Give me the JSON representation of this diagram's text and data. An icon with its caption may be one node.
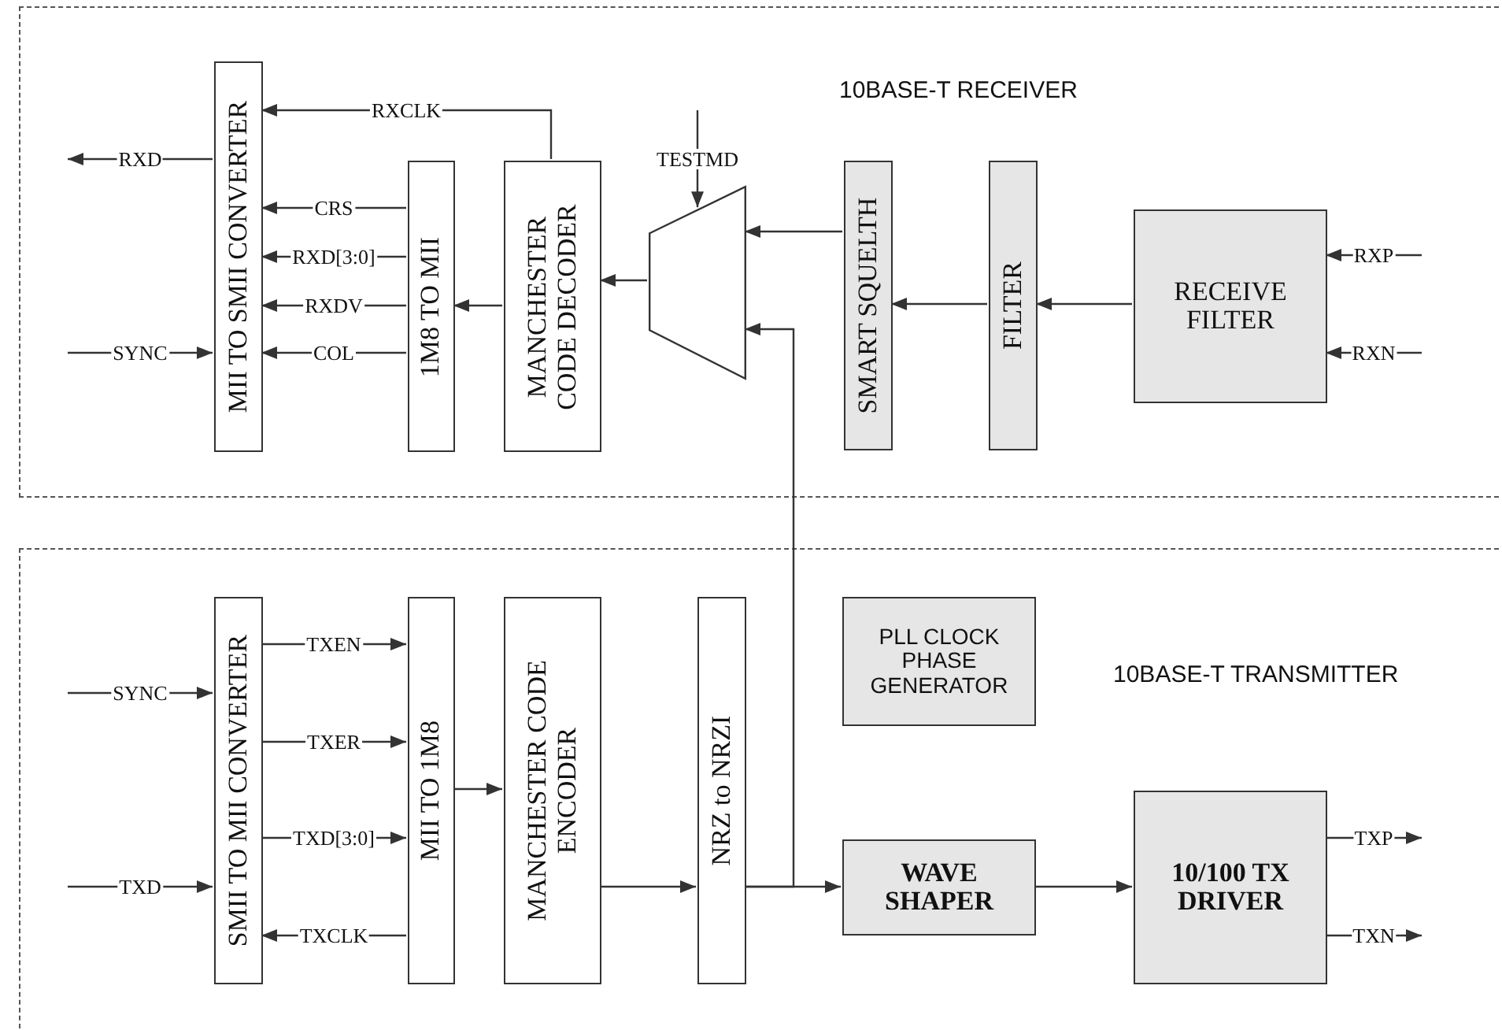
{
  "diagram": {
    "nodes": [
      {
        "text": [
          "10BASE-T RECEIVER"
        ]
      },
      {
        "text": [
          "MII TO SMII CONVERTER"
        ],
        "in": 0
      },
      {
        "text": [
          "1M8 TO MII"
        ],
        "in": 0
      },
      {
        "text": [
          "MANCHESTER CODE DECODER"
        ],
        "in": 0
      },
      {
        "text": [],
        "shape": "trapezoid",
        "in": 0
      },
      {
        "text": [
          "SMART SQUELTH"
        ],
        "in": 0
      },
      {
        "text": [
          "FILTER"
        ],
        "in": 0
      },
      {
        "text": [
          "RECEIVE FILTER"
        ],
        "in": 0
      },
      {
        "text": [
          "10BASE-T TRANSMITTER"
        ]
      },
      {
        "text": [
          "SMII TO MII CONVERTER"
        ],
        "in": 8
      },
      {
        "text": [
          "MII TO 1M8"
        ],
        "in": 8
      },
      {
        "text": [
          "MANCHESTER CODE ENCODER"
        ],
        "in": 8
      },
      {
        "text": [
          "NRZ to NRZI"
        ],
        "in": 8
      },
      {
        "text": [
          "PLL CLOCK PHASE GENERATOR"
        ],
        "in": 8
      },
      {
        "text": [
          "WAVE SHAPER"
        ],
        "in": 8
      },
      {
        "text": [
          "10/100 TX DRIVER"
        ],
        "in": 8
      }
    ],
    "edges": [
      {
        "from": null,
        "to": 7,
        "arrow": "to",
        "label": "RXP"
      },
      {
        "from": null,
        "to": 7,
        "arrow": "to",
        "label": "RXN"
      },
      {
        "from": 7,
        "to": 6,
        "arrow": "to"
      },
      {
        "from": 6,
        "to": 5,
        "arrow": "to"
      },
      {
        "from": 5,
        "to": 4,
        "arrow": "to"
      },
      {
        "from": null,
        "to": 4,
        "arrow": "to",
        "label": "TESTMD"
      },
      {
        "from": 4,
        "to": 3,
        "arrow": "to"
      },
      {
        "from": 3,
        "to": 2,
        "arrow": "to"
      },
      {
        "from": 3,
        "to": 1,
        "arrow": "to",
        "label": "RXCLK"
      },
      {
        "from": 2,
        "to": 1,
        "arrow": "to",
        "label": "CRS"
      },
      {
        "from": 2,
        "to": 1,
        "arrow": "to",
        "label": "RXD[3:0]"
      },
      {
        "from": 2,
        "to": 1,
        "arrow": "to",
        "label": "RXDV"
      },
      {
        "from": 2,
        "to": 1,
        "arrow": "to",
        "label": "COL"
      },
      {
        "from": 1,
        "to": null,
        "arrow": "to",
        "label": "RXD"
      },
      {
        "from": null,
        "to": 1,
        "arrow": "to",
        "label": "SYNC"
      },
      {
        "from": null,
        "to": 9,
        "arrow": "to",
        "label": "SYNC"
      },
      {
        "from": null,
        "to": 9,
        "arrow": "to",
        "label": "TXD"
      },
      {
        "from": 9,
        "to": 10,
        "arrow": "to",
        "label": "TXEN"
      },
      {
        "from": 9,
        "to": 10,
        "arrow": "to",
        "label": "TXER"
      },
      {
        "from": 9,
        "to": 10,
        "arrow": "to",
        "label": "TXD[3:0]"
      },
      {
        "from": 10,
        "to": 9,
        "arrow": "to",
        "label": "TXCLK"
      },
      {
        "from": 10,
        "to": 11,
        "arrow": "to"
      },
      {
        "from": 11,
        "to": 12,
        "arrow": "to"
      },
      {
        "from": 12,
        "to": 14,
        "arrow": "to"
      },
      {
        "from": 12,
        "to": 4,
        "arrow": "to"
      },
      {
        "from": 14,
        "to": 15,
        "arrow": "to"
      },
      {
        "from": 15,
        "to": null,
        "arrow": "to",
        "label": "TXP"
      },
      {
        "from": 15,
        "to": null,
        "arrow": "to",
        "label": "TXN"
      }
    ]
  }
}
